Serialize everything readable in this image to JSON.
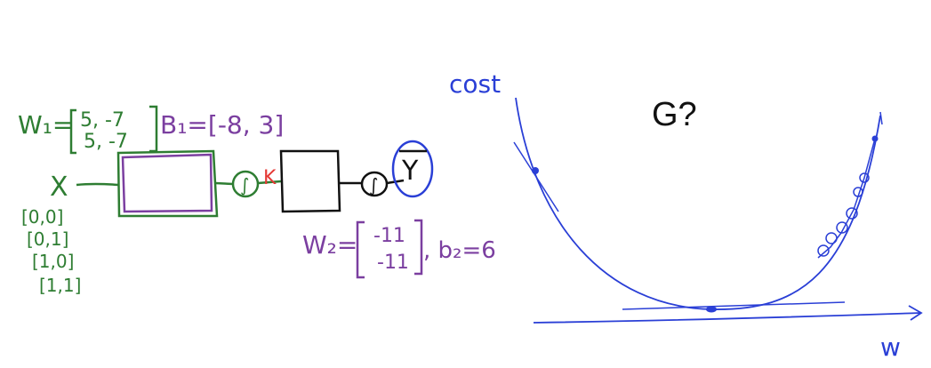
{
  "left_diagram": {
    "w1_label": "W₁=",
    "w1_row1": "5, -7",
    "w1_row2": "5, -7",
    "b1_label": "B₁=[-8, 3]",
    "x_label": "X",
    "inputs": [
      "[0,0]",
      "[0,1]",
      "[1,0]",
      "[1,1]"
    ],
    "sigmoid1": "∫",
    "k_label": "K",
    "sigmoid2": "∫",
    "output_label": "Y",
    "w2_label": "W₂=",
    "w2_row1": "-11",
    "w2_row2": "-11",
    "b2_label": ", b₂=6"
  },
  "right_plot": {
    "y_axis_label": "cost",
    "x_axis_label": "w",
    "question": "G?"
  },
  "colors": {
    "green": "#2e7d32",
    "purple": "#7b3fa0",
    "blue": "#2a3fd6",
    "red": "#e53935",
    "ink": "#111111"
  }
}
